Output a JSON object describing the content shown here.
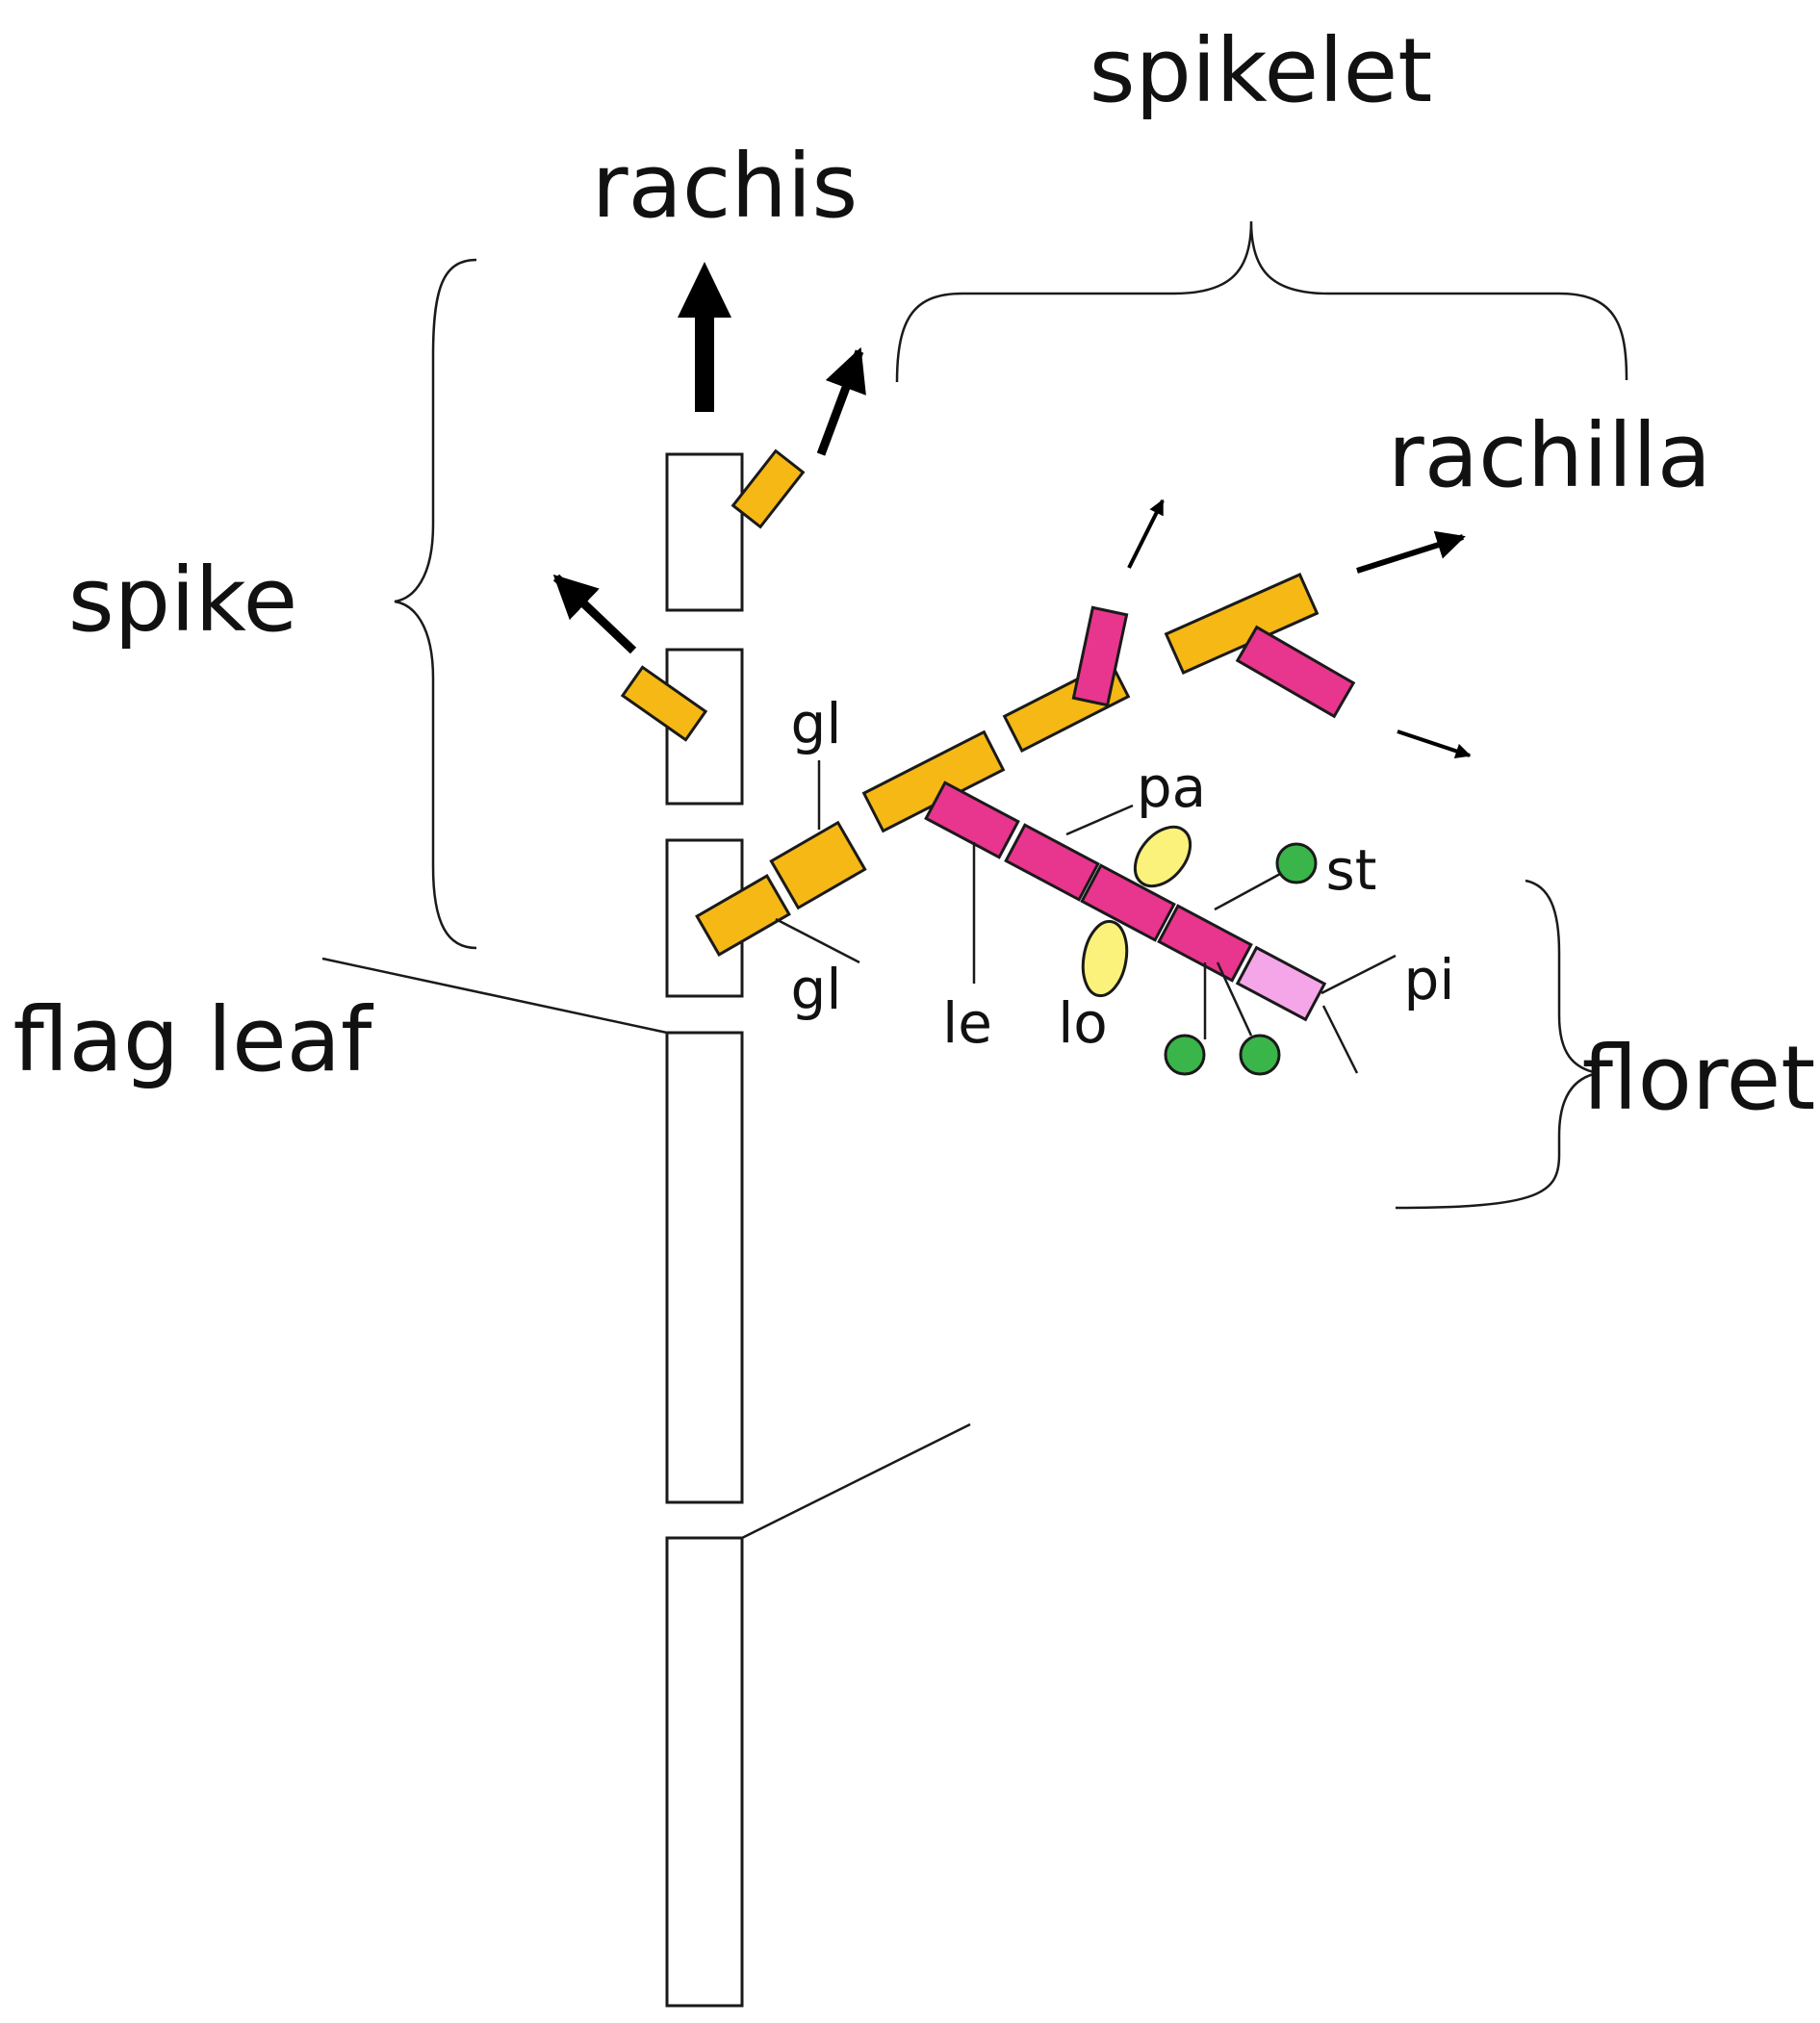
{
  "labels": {
    "spikelet": "spikelet",
    "rachis": "rachis",
    "rachilla": "rachilla",
    "spike": "spike",
    "flag_leaf": "flag leaf",
    "floret": "floret",
    "gl_upper": "gl",
    "gl_lower": "gl",
    "pa": "pa",
    "st": "st",
    "pi": "pi",
    "le": "le",
    "lo": "lo"
  },
  "colors": {
    "glume": "#f5b815",
    "floret_organ": "#e8358d",
    "pistil": "#f5a6e8",
    "lodicule": "#faf27a",
    "stamen": "#39b54a",
    "outline": "#1a1a1a",
    "stem_fill": "#ffffff"
  }
}
